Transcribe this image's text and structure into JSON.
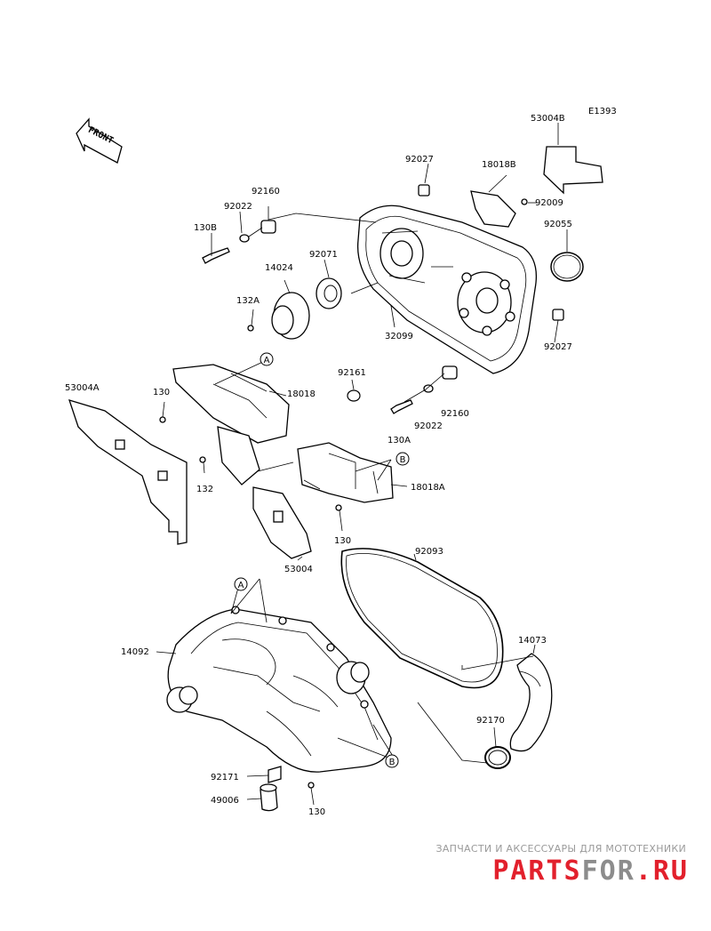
{
  "diagram": {
    "code": "E1393",
    "front_label": "FRONT",
    "parts": [
      "53004B",
      "18018B",
      "92027",
      "92009",
      "92055",
      "92160",
      "92022",
      "130B",
      "92071",
      "14024",
      "132A",
      "32099",
      "92027",
      "92161",
      "53004A",
      "130",
      "18018",
      "92160",
      "92022",
      "130A",
      "132",
      "18018A",
      "130",
      "53004",
      "92093",
      "14092",
      "14073",
      "92170",
      "92171",
      "49006",
      "130"
    ],
    "refs": [
      "A",
      "B",
      "A",
      "B"
    ]
  },
  "watermark": {
    "caption": "ЗАПЧАСТИ И АКСЕССУАРЫ ДЛЯ МОТОТЕХНИКИ",
    "logo_part1": "PARTS",
    "logo_part2": "FOR",
    "logo_part3": ".RU",
    "color_red": "#e2202c",
    "color_gray": "#8c8c8c"
  }
}
